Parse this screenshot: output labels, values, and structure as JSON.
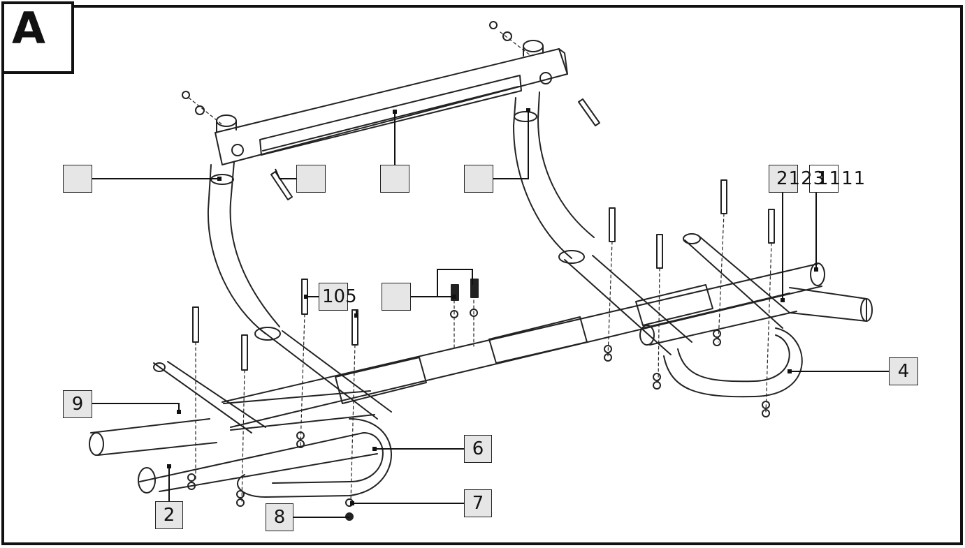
{
  "step": {
    "letter": "A"
  },
  "callouts": {
    "c1": "",
    "c2": "",
    "c3": "",
    "c4": "",
    "c5": "2123",
    "c6": "1111",
    "c7": "105",
    "c8": "",
    "c9": "9",
    "c10": "4",
    "c11": "6",
    "c12": "7",
    "c13": "8",
    "c14": "2"
  }
}
